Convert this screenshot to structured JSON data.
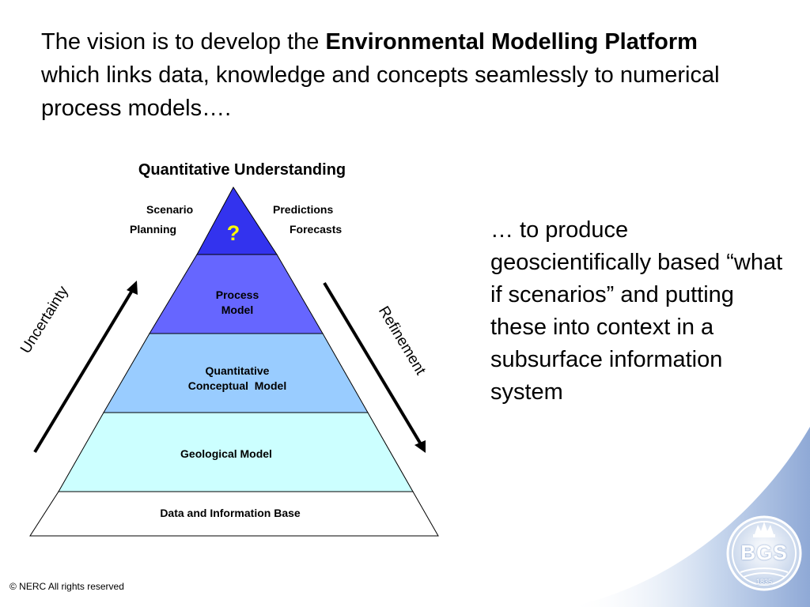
{
  "heading": {
    "part1": "The vision is to develop the ",
    "bold": "Environmental Modelling Platform",
    "part2": " which links data, knowledge and concepts seamlessly to numerical process models…."
  },
  "side_text": "… to produce geoscientifically based “what if scenarios” and putting these into context in a subsurface information system",
  "pyramid": {
    "title": "Quantitative Understanding",
    "top_symbol": "?",
    "labels": {
      "scenario": "Scenario",
      "planning": "Planning",
      "predictions": "Predictions",
      "forecasts": "Forecasts"
    },
    "layers": {
      "process_line1": "Process",
      "process_line2": "Model",
      "conceptual_line1": "Quantitative",
      "conceptual_line2": "Conceptual  Model",
      "geological": "Geological Model",
      "data_base": "Data and Information Base"
    },
    "colors": {
      "apex": "#3333EE",
      "process": "#6666FF",
      "conceptual": "#99CCFF",
      "geological": "#CCFFFF",
      "base": "#FFFFFF"
    }
  },
  "arrows": {
    "left": "Uncertainty",
    "right": "Refinement"
  },
  "footer": "© NERC All rights reserved",
  "logo": {
    "text": "BGS",
    "year": "1835"
  }
}
